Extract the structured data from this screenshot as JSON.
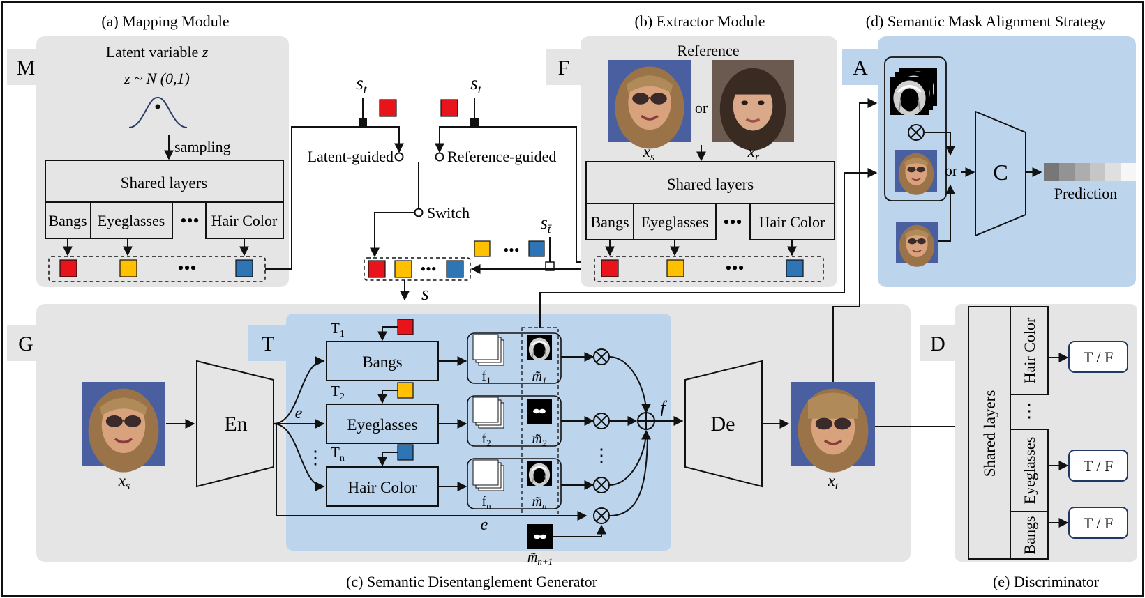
{
  "colors": {
    "panel_gray": "#e5e5e5",
    "panel_blue": "#bcd4ec",
    "red": "#e8141b",
    "yellow": "#ffc000",
    "blue": "#2e75b6",
    "line": "#111111",
    "face_bg": "#4a5fa0",
    "face_skin": "#d8a27c",
    "hair": "#9a7448",
    "hair_dark": "#3a2b22"
  },
  "mapping": {
    "title": "(a) Mapping Module",
    "tag": "M",
    "latent_label": "Latent variable ",
    "latent_var": "z",
    "dist_label": "z ~ N (0,1)",
    "sampling": "sampling",
    "shared": "Shared layers",
    "branches": [
      "Bangs",
      "Eyeglasses",
      "Hair Color"
    ]
  },
  "extractor": {
    "title": "(b) Extractor Module",
    "tag": "F",
    "reference": "Reference",
    "or": "or",
    "xs": "x",
    "xs_sub": "s",
    "xr": "x",
    "xr_sub": "r",
    "shared": "Shared layers",
    "branches": [
      "Bangs",
      "Eyeglasses",
      "Hair Color"
    ]
  },
  "switch": {
    "st_left": "s",
    "st_left_sub": "t",
    "st_right": "s",
    "st_right_sub": "t",
    "latent_guided": "Latent-guided",
    "reference_guided": "Reference-guided",
    "switch": "Switch",
    "s_tbar": "s",
    "s_tbar_sub": "t̄",
    "s_out": "s"
  },
  "alignment": {
    "title": "(d) Semantic Mask Alignment Strategy",
    "tag": "A",
    "or": "or",
    "classifier": "C",
    "prediction": "Prediction",
    "prediction_shades": [
      "#777777",
      "#939393",
      "#adadad",
      "#c6c6c6",
      "#dfdfdf",
      "#f6f6f6"
    ]
  },
  "generator": {
    "title": "(c) Semantic Disentanglement Generator",
    "tag": "G",
    "t_tag": "T",
    "xs": "x",
    "xs_sub": "s",
    "encoder": "En",
    "decoder": "De",
    "e_label": "e",
    "f_label": "f",
    "xt": "x",
    "xt_sub": "t",
    "transforms": [
      {
        "t": "T",
        "t_sub": "1",
        "name": "Bangs",
        "feat": "f",
        "feat_sub": "1",
        "mask_sub": "1"
      },
      {
        "t": "T",
        "t_sub": "2",
        "name": "Eyeglasses",
        "feat": "f",
        "feat_sub": "2",
        "mask_sub": "2"
      },
      {
        "t": "T",
        "t_sub": "n",
        "name": "Hair Color",
        "feat": "f",
        "feat_sub": "n",
        "mask_sub": "n"
      }
    ],
    "mask_sym": "m̃",
    "mask_last_sub": "n+1"
  },
  "discriminator": {
    "title": "(e) Discriminator",
    "tag": "D",
    "shared": "Shared layers",
    "branches": [
      "Hair Color",
      "Eyeglasses",
      "Bangs"
    ],
    "output": "T / F"
  }
}
